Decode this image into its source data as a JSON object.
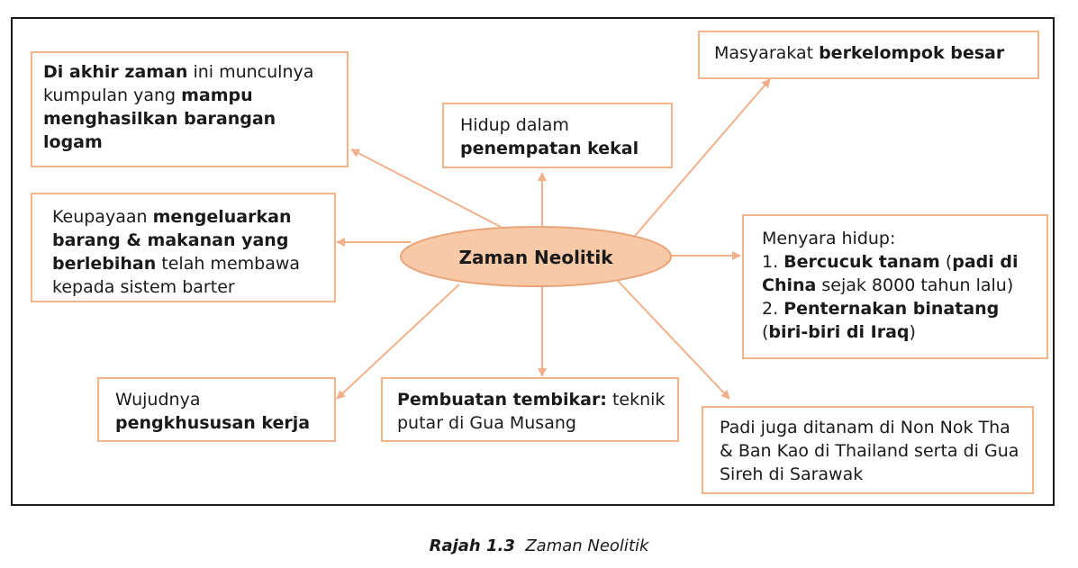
{
  "hub": "Zaman Neolitik",
  "boxes": {
    "logam": {
      "a": "Di akhir zaman",
      "b": " ini munculnya kumpulan yang ",
      "c": "mampu menghasilkan barangan logam"
    },
    "penempatan": {
      "a": "Hidup dalam ",
      "b": "penempatan kekal"
    },
    "masyarakat": {
      "a": "Masyarakat ",
      "b": "berkelompok besar"
    },
    "barter": {
      "a": "Keupayaan ",
      "b": "mengeluarkan barang & makanan yang berlebihan",
      "c": " telah membawa kepada sistem barter"
    },
    "menyara": {
      "line1": "Menyara hidup:",
      "n1": "1.  ",
      "b1": "Bercucuk tanam",
      "p1": " (",
      "b2": "padi di China",
      "t2": " sejak 8000 tahun lalu)",
      "n2": "2. ",
      "b3": "Penternakan binatang",
      "p3": " (",
      "b4": "biri-biri di Iraq",
      "t4": ")"
    },
    "pengkhususan": {
      "a": "Wujudnya ",
      "b": "pengkhususan kerja"
    },
    "tembikar": {
      "a": "Pembuatan tembikar:",
      "b": " teknik putar di Gua Musang"
    },
    "padi": {
      "a": "Padi juga ditanam di Non Nok Tha & Ban Kao di Thailand serta di Gua Sireh di Sarawak"
    }
  },
  "caption": {
    "label": "Rajah 1.3",
    "title": "Zaman Neolitik"
  },
  "colors": {
    "box_border": "#f2b58a",
    "hub_fill": "#f8c9a6",
    "arrow": "#f2b08a",
    "frame": "#1a1a1a"
  }
}
